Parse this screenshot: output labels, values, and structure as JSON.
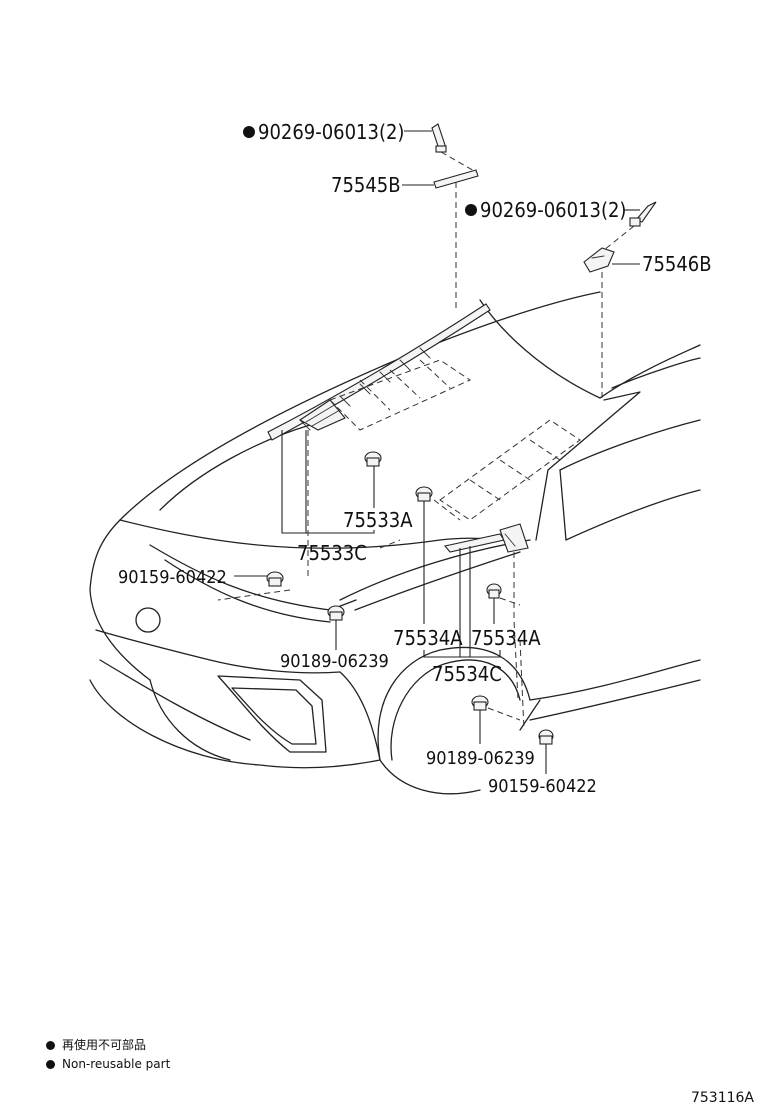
{
  "labels": {
    "screw_top": "90269-06013(2)",
    "screw_right": "90269-06013(2)",
    "p75545b": "75545B",
    "p75546b": "75546B",
    "p75533a": "75533A",
    "p75533c": "75533C",
    "clip_left": "90159-60422",
    "clip_left_lower": "90189-06239",
    "p75534a_left": "75534A",
    "p75534a_right": "75534A",
    "p75534c": "75534C",
    "clip_right_lower": "90189-06239",
    "clip_right_bottom": "90159-60422"
  },
  "legend": {
    "line1": "再使用不可部品",
    "line2": "Non-reusable part"
  },
  "illustration_code": "753116A"
}
